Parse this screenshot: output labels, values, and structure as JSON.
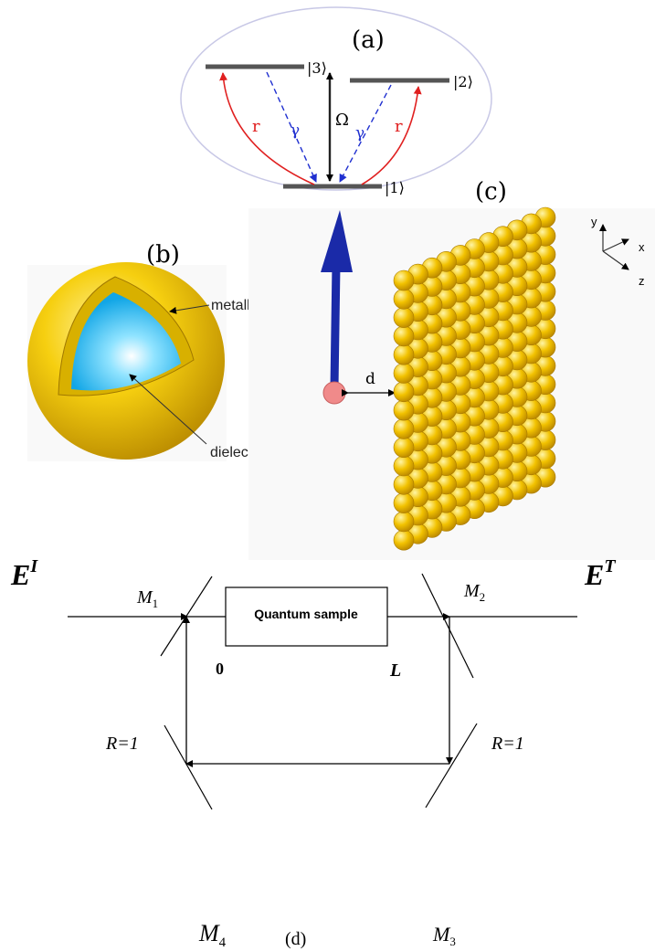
{
  "panel_a": {
    "label": "(a)",
    "level1": "|1⟩",
    "level2": "|2⟩",
    "level3": "|3⟩",
    "rate_left": "r",
    "rate_right": "r",
    "decay_left": "γ",
    "decay_right": "γ",
    "coupling": "Ω"
  },
  "panel_b": {
    "label": "(b)",
    "shell_label": "metallic shell",
    "core_label": "dielectric core"
  },
  "panel_c": {
    "label": "(c)",
    "distance_label": "d",
    "axis_y": "y",
    "axis_x": "x",
    "axis_z": "z"
  },
  "panel_d": {
    "label": "(d)",
    "input_field": "E",
    "input_sup": "I",
    "output_field": "E",
    "output_sup": "T",
    "mirror1": "M",
    "mirror1_sub": "1",
    "mirror2": "M",
    "mirror2_sub": "2",
    "mirror3": "M",
    "mirror3_sub": "3",
    "mirror4": "M",
    "mirror4_sub": "4",
    "sample_label": "Quantum sample",
    "start_pos": "0",
    "end_pos": "L",
    "reflectivity_left": "R=1",
    "reflectivity_right": "R=1"
  },
  "colors": {
    "pump": "#e02020",
    "decay": "#2030d0",
    "dipole_arrow": "#1a2aa8",
    "gold": "#f2c200",
    "core": "#1fb8f0",
    "atom": "#f08a8a"
  }
}
